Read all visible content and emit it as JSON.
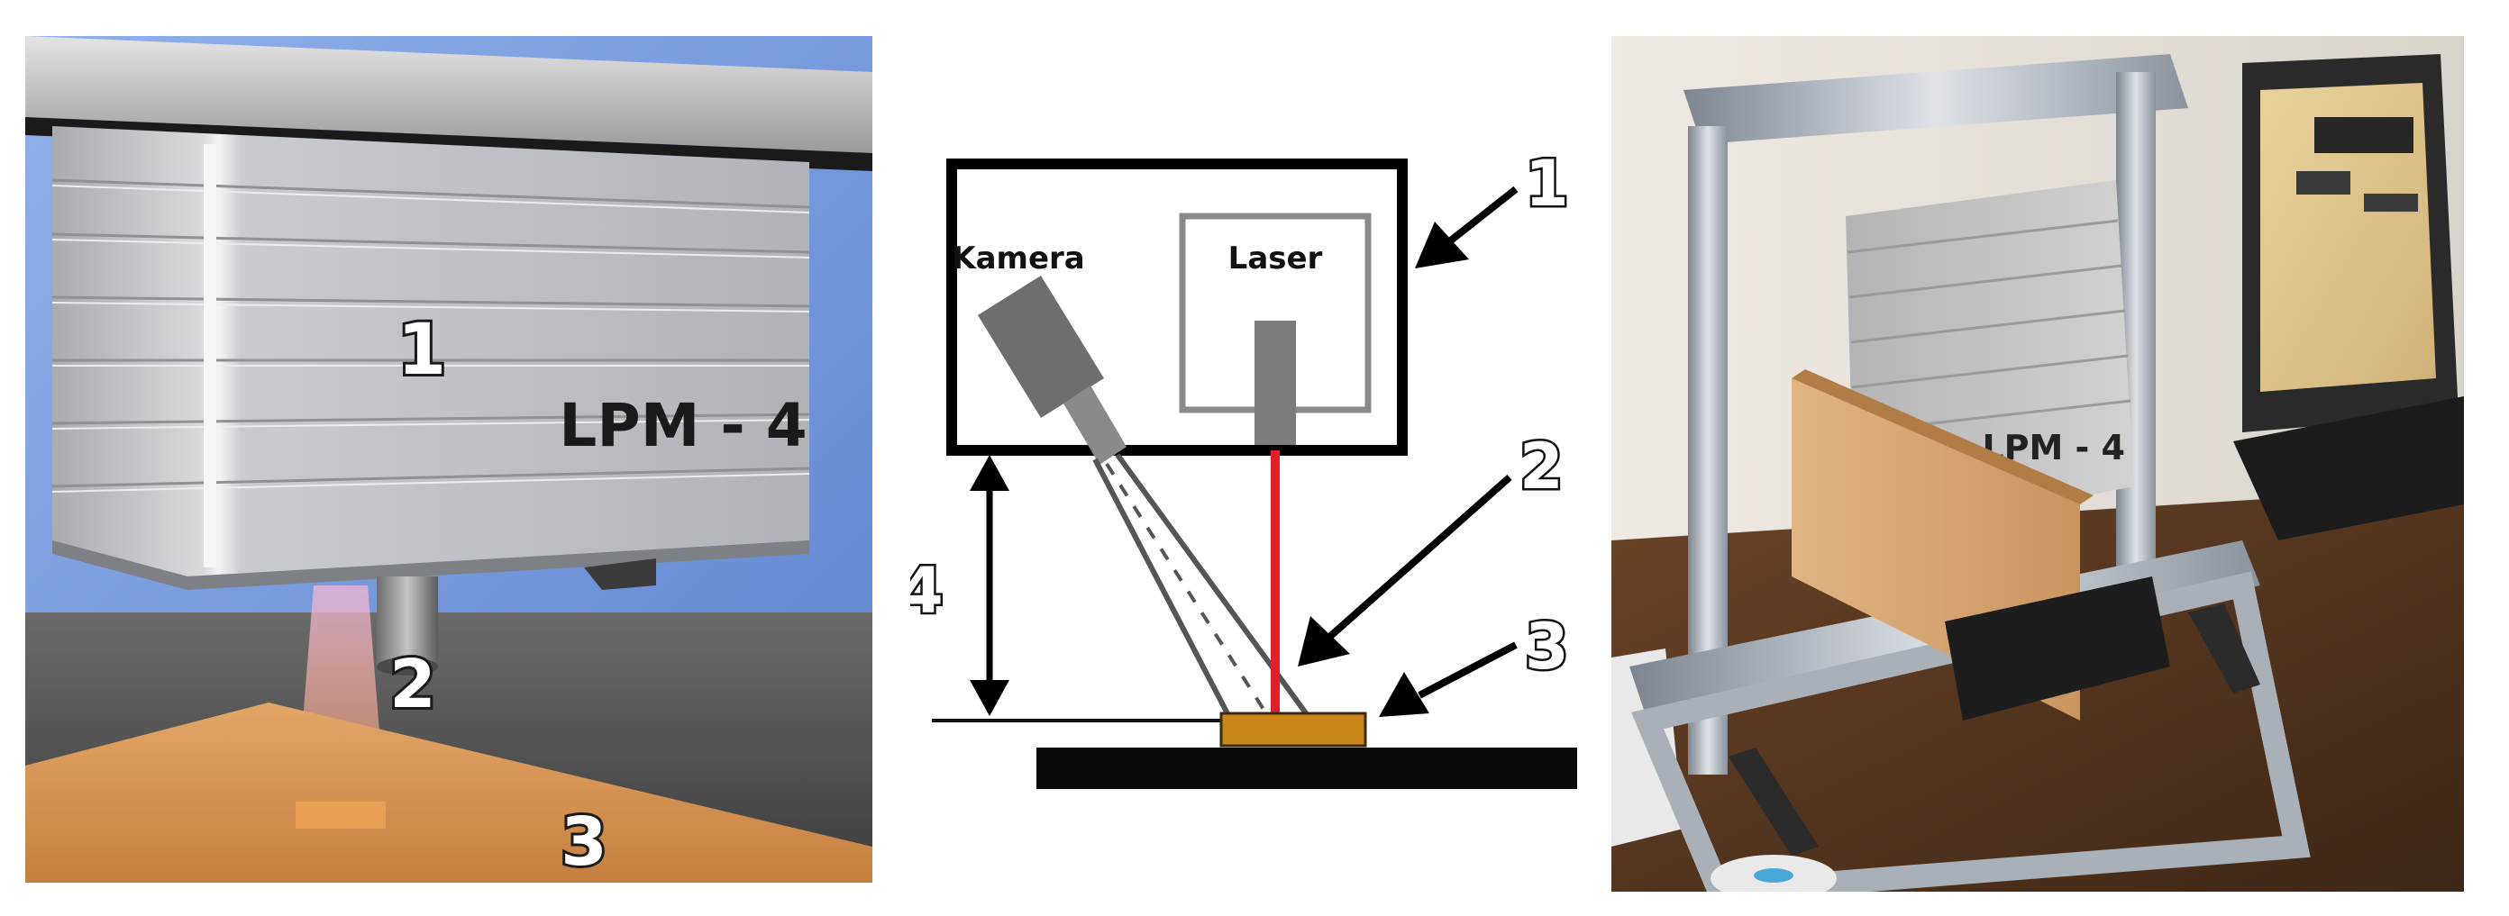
{
  "render": {
    "panel_a": {
      "unit_number": "1",
      "lens_number": "2",
      "board_number": "3",
      "device_label": "LPM - 4"
    },
    "panel_b": {
      "camera_label": "Kamera",
      "laser_label": "Laser",
      "callout_1": "1",
      "callout_2": "2",
      "callout_3": "3",
      "callout_4": "4"
    },
    "panel_c": {
      "device_label": "LPM - 4"
    }
  },
  "colors": {
    "laser_beam": "#e0202a",
    "sample": "#c9871a",
    "device_body": "#b9bcc1",
    "background_blue": "#6f92d8",
    "wood": "#d89a5a"
  },
  "icons": [
    "arrow-icon"
  ]
}
